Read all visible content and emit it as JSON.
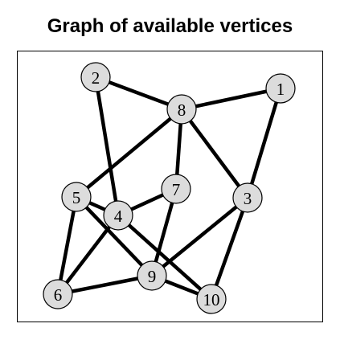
{
  "title": "Graph of available vertices",
  "colors": {
    "node_fill": "#dcdcdc",
    "node_stroke": "#000000",
    "edge": "#000000"
  },
  "nodes": [
    {
      "id": "1",
      "label": "1"
    },
    {
      "id": "2",
      "label": "2"
    },
    {
      "id": "3",
      "label": "3"
    },
    {
      "id": "4",
      "label": "4"
    },
    {
      "id": "5",
      "label": "5"
    },
    {
      "id": "6",
      "label": "6"
    },
    {
      "id": "7",
      "label": "7"
    },
    {
      "id": "8",
      "label": "8"
    },
    {
      "id": "9",
      "label": "9"
    },
    {
      "id": "10",
      "label": "10"
    }
  ],
  "edges": [
    [
      "2",
      "8"
    ],
    [
      "8",
      "1"
    ],
    [
      "2",
      "4"
    ],
    [
      "8",
      "7"
    ],
    [
      "8",
      "5"
    ],
    [
      "8",
      "3"
    ],
    [
      "1",
      "3"
    ],
    [
      "7",
      "4"
    ],
    [
      "7",
      "9"
    ],
    [
      "5",
      "4"
    ],
    [
      "5",
      "6"
    ],
    [
      "5",
      "9"
    ],
    [
      "4",
      "6"
    ],
    [
      "4",
      "10"
    ],
    [
      "3",
      "9"
    ],
    [
      "3",
      "10"
    ],
    [
      "6",
      "9"
    ],
    [
      "9",
      "10"
    ]
  ]
}
